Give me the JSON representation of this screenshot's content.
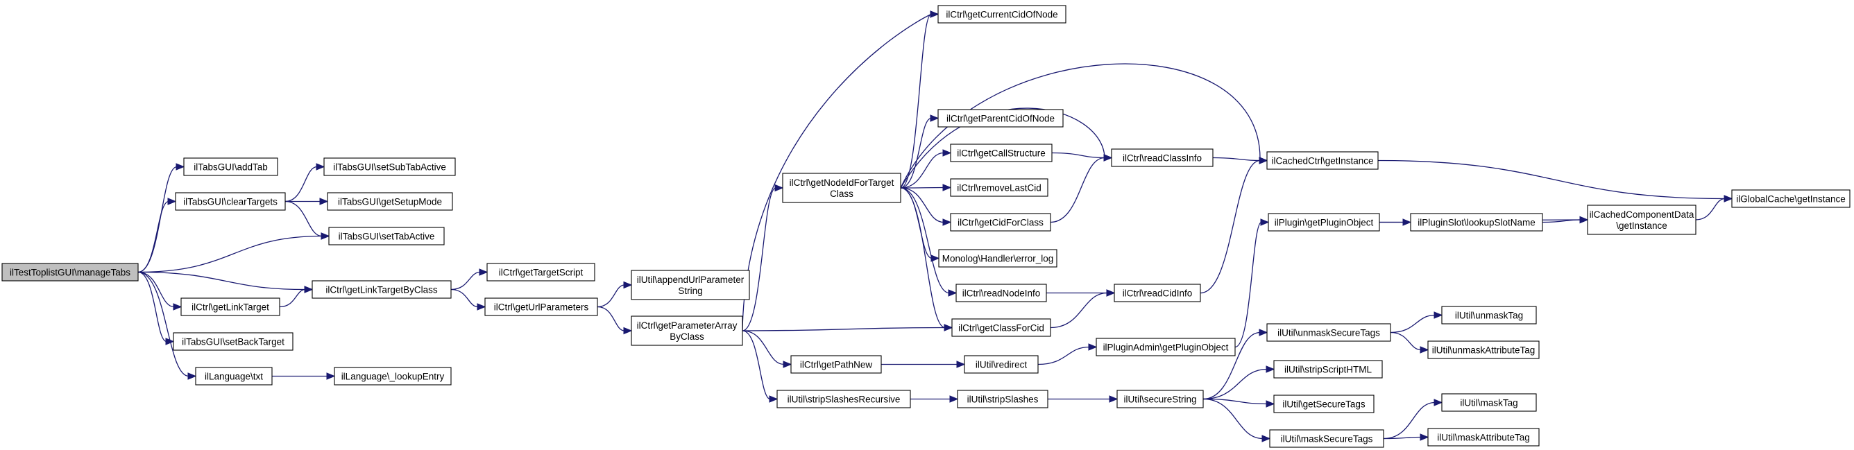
{
  "diagram": {
    "title": "",
    "colors": {
      "edge": "#191970",
      "root_fill": "#bfbfbf",
      "node_fill": "#ffffff",
      "border": "#000000"
    },
    "nodes": [
      {
        "id": "manageTabs",
        "lines": [
          "ilTestToplistGUI\\manageTabs"
        ]
      },
      {
        "id": "addTab",
        "lines": [
          "ilTabsGUI\\addTab"
        ]
      },
      {
        "id": "clearTargets",
        "lines": [
          "ilTabsGUI\\clearTargets"
        ]
      },
      {
        "id": "setSubTabActive",
        "lines": [
          "ilTabsGUI\\setSubTabActive"
        ]
      },
      {
        "id": "getSetupMode",
        "lines": [
          "ilTabsGUI\\getSetupMode"
        ]
      },
      {
        "id": "setTabActive",
        "lines": [
          "ilTabsGUI\\setTabActive"
        ]
      },
      {
        "id": "getLinkTarget",
        "lines": [
          "ilCtrl\\getLinkTarget"
        ]
      },
      {
        "id": "getLinkTargetByClass",
        "lines": [
          "ilCtrl\\getLinkTargetByClass"
        ]
      },
      {
        "id": "getTargetScript",
        "lines": [
          "ilCtrl\\getTargetScript"
        ]
      },
      {
        "id": "getUrlParameters",
        "lines": [
          "ilCtrl\\getUrlParameters"
        ]
      },
      {
        "id": "appendUrlParameterString",
        "lines": [
          "ilUtil\\appendUrlParameter",
          "String"
        ]
      },
      {
        "id": "getParameterArrayByClass",
        "lines": [
          "ilCtrl\\getParameterArray",
          "ByClass"
        ]
      },
      {
        "id": "setBackTarget",
        "lines": [
          "ilTabsGUI\\setBackTarget"
        ]
      },
      {
        "id": "txt",
        "lines": [
          "ilLanguage\\txt"
        ]
      },
      {
        "id": "lookupEntry",
        "lines": [
          "ilLanguage\\_lookupEntry"
        ]
      },
      {
        "id": "getNodeIdForTargetClass",
        "lines": [
          "ilCtrl\\getNodeIdForTarget",
          "Class"
        ]
      },
      {
        "id": "getCurrentCidOfNode",
        "lines": [
          "ilCtrl\\getCurrentCidOfNode"
        ]
      },
      {
        "id": "getParentCidOfNode",
        "lines": [
          "ilCtrl\\getParentCidOfNode"
        ]
      },
      {
        "id": "getCallStructure",
        "lines": [
          "ilCtrl\\getCallStructure"
        ]
      },
      {
        "id": "removeLastCid",
        "lines": [
          "ilCtrl\\removeLastCid"
        ]
      },
      {
        "id": "getCidForClass",
        "lines": [
          "ilCtrl\\getCidForClass"
        ]
      },
      {
        "id": "errorLog",
        "lines": [
          "Monolog\\Handler\\error_log"
        ]
      },
      {
        "id": "readNodeInfo",
        "lines": [
          "ilCtrl\\readNodeInfo"
        ]
      },
      {
        "id": "getClassForCid",
        "lines": [
          "ilCtrl\\getClassForCid"
        ]
      },
      {
        "id": "getPathNew",
        "lines": [
          "ilCtrl\\getPathNew"
        ]
      },
      {
        "id": "stripSlashesRecursive",
        "lines": [
          "ilUtil\\stripSlashesRecursive"
        ]
      },
      {
        "id": "readClassInfo",
        "lines": [
          "ilCtrl\\readClassInfo"
        ]
      },
      {
        "id": "readCidInfo",
        "lines": [
          "ilCtrl\\readCidInfo"
        ]
      },
      {
        "id": "redirect",
        "lines": [
          "ilUtil\\redirect"
        ]
      },
      {
        "id": "stripSlashes",
        "lines": [
          "ilUtil\\stripSlashes"
        ]
      },
      {
        "id": "getPluginObjectAdmin",
        "lines": [
          "ilPluginAdmin\\getPluginObject"
        ]
      },
      {
        "id": "secureString",
        "lines": [
          "ilUtil\\secureString"
        ]
      },
      {
        "id": "cachedCtrlGetInstance",
        "lines": [
          "ilCachedCtrl\\getInstance"
        ]
      },
      {
        "id": "pluginGetPluginObject",
        "lines": [
          "ilPlugin\\getPluginObject"
        ]
      },
      {
        "id": "unmaskSecureTags",
        "lines": [
          "ilUtil\\unmaskSecureTags"
        ]
      },
      {
        "id": "stripScriptHTML",
        "lines": [
          "ilUtil\\stripScriptHTML"
        ]
      },
      {
        "id": "getSecureTags",
        "lines": [
          "ilUtil\\getSecureTags"
        ]
      },
      {
        "id": "maskSecureTags",
        "lines": [
          "ilUtil\\maskSecureTags"
        ]
      },
      {
        "id": "lookupSlotName",
        "lines": [
          "ilPluginSlot\\lookupSlotName"
        ]
      },
      {
        "id": "cachedComponentDataGetInstance",
        "lines": [
          "ilCachedComponentData",
          "\\getInstance"
        ]
      },
      {
        "id": "unmaskTag",
        "lines": [
          "ilUtil\\unmaskTag"
        ]
      },
      {
        "id": "unmaskAttributeTag",
        "lines": [
          "ilUtil\\unmaskAttributeTag"
        ]
      },
      {
        "id": "maskTag",
        "lines": [
          "ilUtil\\maskTag"
        ]
      },
      {
        "id": "maskAttributeTag",
        "lines": [
          "ilUtil\\maskAttributeTag"
        ]
      },
      {
        "id": "globalCacheGetInstance",
        "lines": [
          "ilGlobalCache\\getInstance"
        ]
      }
    ],
    "edges": [
      [
        "manageTabs",
        "addTab"
      ],
      [
        "manageTabs",
        "clearTargets"
      ],
      [
        "manageTabs",
        "setTabActive"
      ],
      [
        "manageTabs",
        "getLinkTargetByClass"
      ],
      [
        "manageTabs",
        "getLinkTarget"
      ],
      [
        "manageTabs",
        "setBackTarget"
      ],
      [
        "manageTabs",
        "txt"
      ],
      [
        "clearTargets",
        "setSubTabActive"
      ],
      [
        "clearTargets",
        "getSetupMode"
      ],
      [
        "clearTargets",
        "setTabActive"
      ],
      [
        "getLinkTarget",
        "getLinkTargetByClass"
      ],
      [
        "getLinkTargetByClass",
        "getTargetScript"
      ],
      [
        "getLinkTargetByClass",
        "getUrlParameters"
      ],
      [
        "getUrlParameters",
        "appendUrlParameterString"
      ],
      [
        "getUrlParameters",
        "getParameterArrayByClass"
      ],
      [
        "txt",
        "lookupEntry"
      ],
      [
        "getParameterArrayByClass",
        "getCurrentCidOfNode"
      ],
      [
        "getParameterArrayByClass",
        "getNodeIdForTargetClass"
      ],
      [
        "getParameterArrayByClass",
        "getClassForCid"
      ],
      [
        "getParameterArrayByClass",
        "getPathNew"
      ],
      [
        "getParameterArrayByClass",
        "stripSlashesRecursive"
      ],
      [
        "getNodeIdForTargetClass",
        "getCurrentCidOfNode"
      ],
      [
        "getNodeIdForTargetClass",
        "getParentCidOfNode"
      ],
      [
        "getNodeIdForTargetClass",
        "getCallStructure"
      ],
      [
        "getNodeIdForTargetClass",
        "removeLastCid"
      ],
      [
        "getNodeIdForTargetClass",
        "getCidForClass"
      ],
      [
        "getNodeIdForTargetClass",
        "errorLog"
      ],
      [
        "getNodeIdForTargetClass",
        "readNodeInfo"
      ],
      [
        "getNodeIdForTargetClass",
        "getClassForCid"
      ],
      [
        "getNodeIdForTargetClass",
        "readClassInfo"
      ],
      [
        "getNodeIdForTargetClass",
        "cachedCtrlGetInstance"
      ],
      [
        "getCallStructure",
        "readClassInfo"
      ],
      [
        "getCidForClass",
        "readClassInfo"
      ],
      [
        "readNodeInfo",
        "readCidInfo"
      ],
      [
        "getClassForCid",
        "readCidInfo"
      ],
      [
        "readClassInfo",
        "cachedCtrlGetInstance"
      ],
      [
        "readCidInfo",
        "cachedCtrlGetInstance"
      ],
      [
        "getPathNew",
        "redirect"
      ],
      [
        "redirect",
        "getPluginObjectAdmin"
      ],
      [
        "stripSlashesRecursive",
        "stripSlashes"
      ],
      [
        "stripSlashes",
        "secureString"
      ],
      [
        "getPluginObjectAdmin",
        "pluginGetPluginObject"
      ],
      [
        "pluginGetPluginObject",
        "cachedComponentDataGetInstance"
      ],
      [
        "pluginGetPluginObject",
        "lookupSlotName"
      ],
      [
        "lookupSlotName",
        "cachedComponentDataGetInstance"
      ],
      [
        "cachedComponentDataGetInstance",
        "globalCacheGetInstance"
      ],
      [
        "cachedCtrlGetInstance",
        "globalCacheGetInstance"
      ],
      [
        "secureString",
        "unmaskSecureTags"
      ],
      [
        "secureString",
        "stripScriptHTML"
      ],
      [
        "secureString",
        "getSecureTags"
      ],
      [
        "secureString",
        "maskSecureTags"
      ],
      [
        "unmaskSecureTags",
        "unmaskTag"
      ],
      [
        "unmaskSecureTags",
        "unmaskAttributeTag"
      ],
      [
        "maskSecureTags",
        "maskTag"
      ],
      [
        "maskSecureTags",
        "maskAttributeTag"
      ]
    ]
  }
}
